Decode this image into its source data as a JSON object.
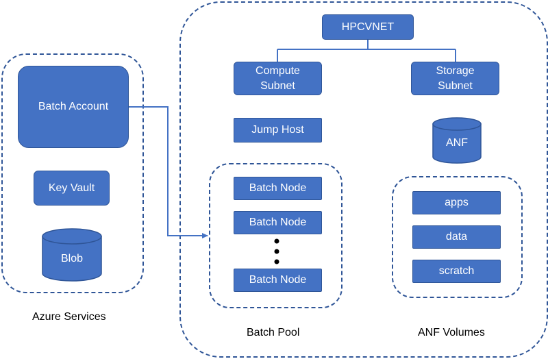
{
  "azure_services": {
    "batch_account": "Batch Account",
    "key_vault": "Key Vault",
    "blob": "Blob",
    "caption": "Azure Services"
  },
  "network": {
    "vnet": "HPCVNET",
    "compute_subnet": "Compute\nSubnet",
    "storage_subnet": "Storage\nSubnet",
    "jump_host": "Jump Host",
    "anf": "ANF"
  },
  "batch_pool": {
    "nodes": [
      "Batch Node",
      "Batch Node",
      "Batch Node"
    ],
    "caption": "Batch Pool"
  },
  "anf_volumes": {
    "volumes": [
      "apps",
      "data",
      "scratch"
    ],
    "caption": "ANF Volumes"
  },
  "colors": {
    "fill": "#4472C4",
    "border": "#2F5597",
    "connector": "#4472C4"
  }
}
